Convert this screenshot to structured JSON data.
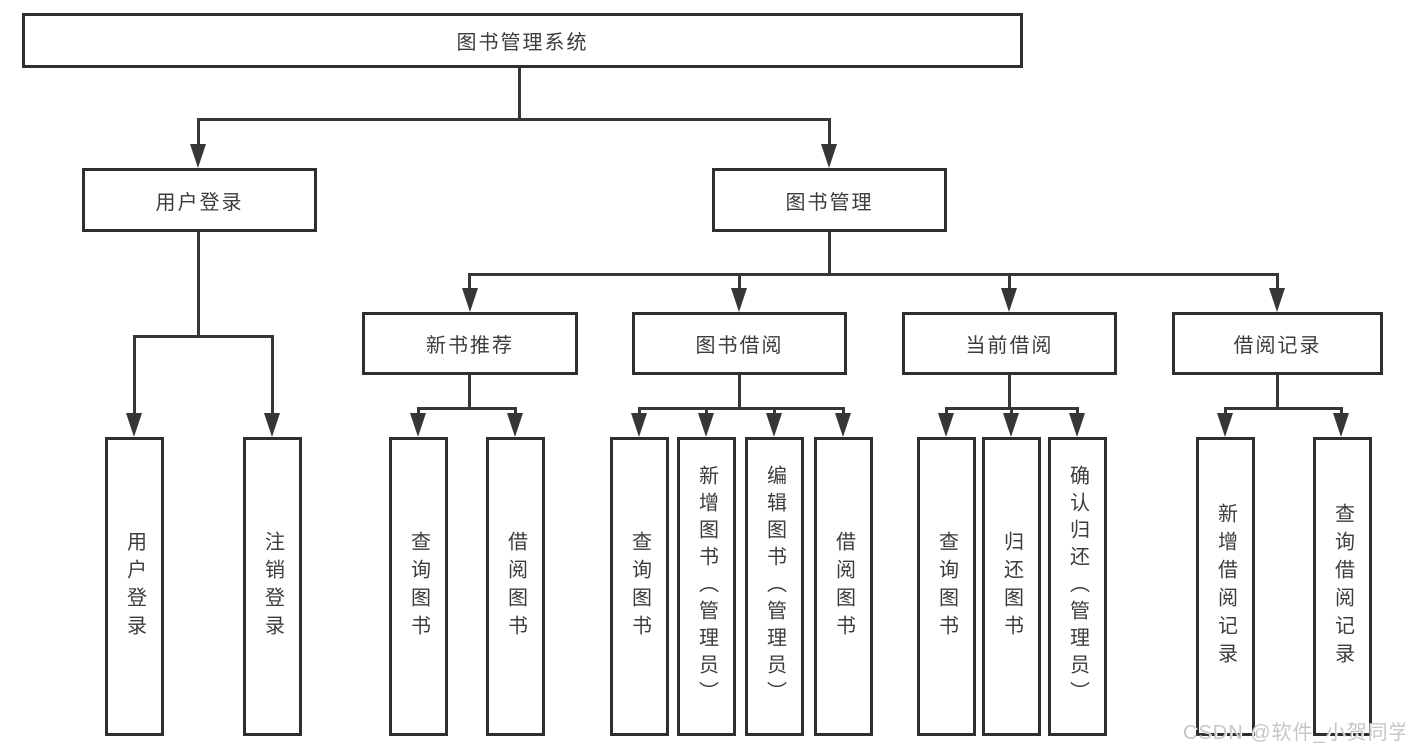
{
  "watermark": {
    "text": "CSDN @软件_小贺同学",
    "color": "#c6c6c6"
  },
  "colors": {
    "line": "#363636",
    "border": "#2f2f2f",
    "text": "#3c3c3c",
    "background": "#ffffff"
  },
  "tree": {
    "root": "图书管理系统",
    "login": {
      "label": "用户登录",
      "children": [
        "用户登录",
        "注销登录"
      ]
    },
    "management": {
      "label": "图书管理",
      "sections": [
        {
          "label": "新书推荐",
          "children": [
            "查询图书",
            "借阅图书"
          ]
        },
        {
          "label": "图书借阅",
          "children": [
            "查询图书",
            "新增图书（管理员）",
            "编辑图书（管理员）",
            "借阅图书"
          ]
        },
        {
          "label": "当前借阅",
          "children": [
            "查询图书",
            "归还图书",
            "确认归还（管理员）"
          ]
        },
        {
          "label": "借阅记录",
          "children": [
            "新增借阅记录",
            "查询借阅记录"
          ]
        }
      ]
    }
  }
}
